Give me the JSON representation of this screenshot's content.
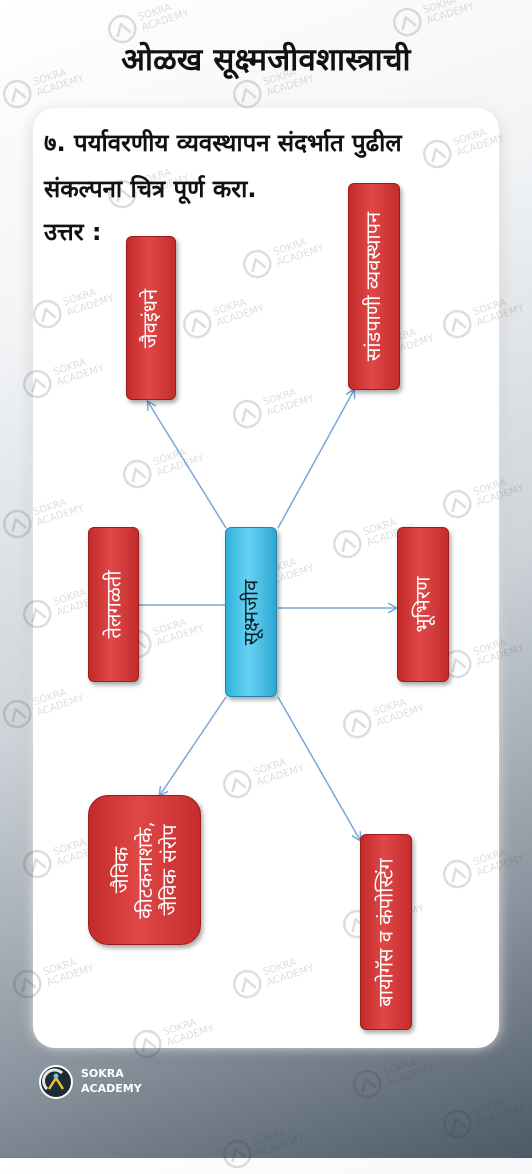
{
  "title": "ओळख सूक्ष्मजीवशास्त्राची",
  "question": {
    "line1": "७. पर्यावरणीय व्यवस्थापन संदर्भात पुढील",
    "line2": "संकल्पना चित्र पूर्ण करा.",
    "answer_label": "उत्तर :"
  },
  "diagram": {
    "center": "सूक्ष्मजीव",
    "top_left": "जैवइंधने",
    "top_right": "सांडपाणी व्यवस्थापन",
    "left": "तेलगळती",
    "right": "भूभिरण",
    "bottom_left": [
      "जैविक",
      "कीटकनाशके,",
      "जैविक संरोप"
    ],
    "bottom_right": "बायोगॅस व कंपोस्टिंग"
  },
  "colors": {
    "node_red": "#d93a3a",
    "node_blue": "#49c3e8",
    "arrow": "#7aa6d6"
  },
  "watermark": {
    "line1": "SOKRA",
    "line2": "ACADEMY"
  },
  "logo": {
    "line1": "SOKRA",
    "line2": "ACADEMY"
  }
}
